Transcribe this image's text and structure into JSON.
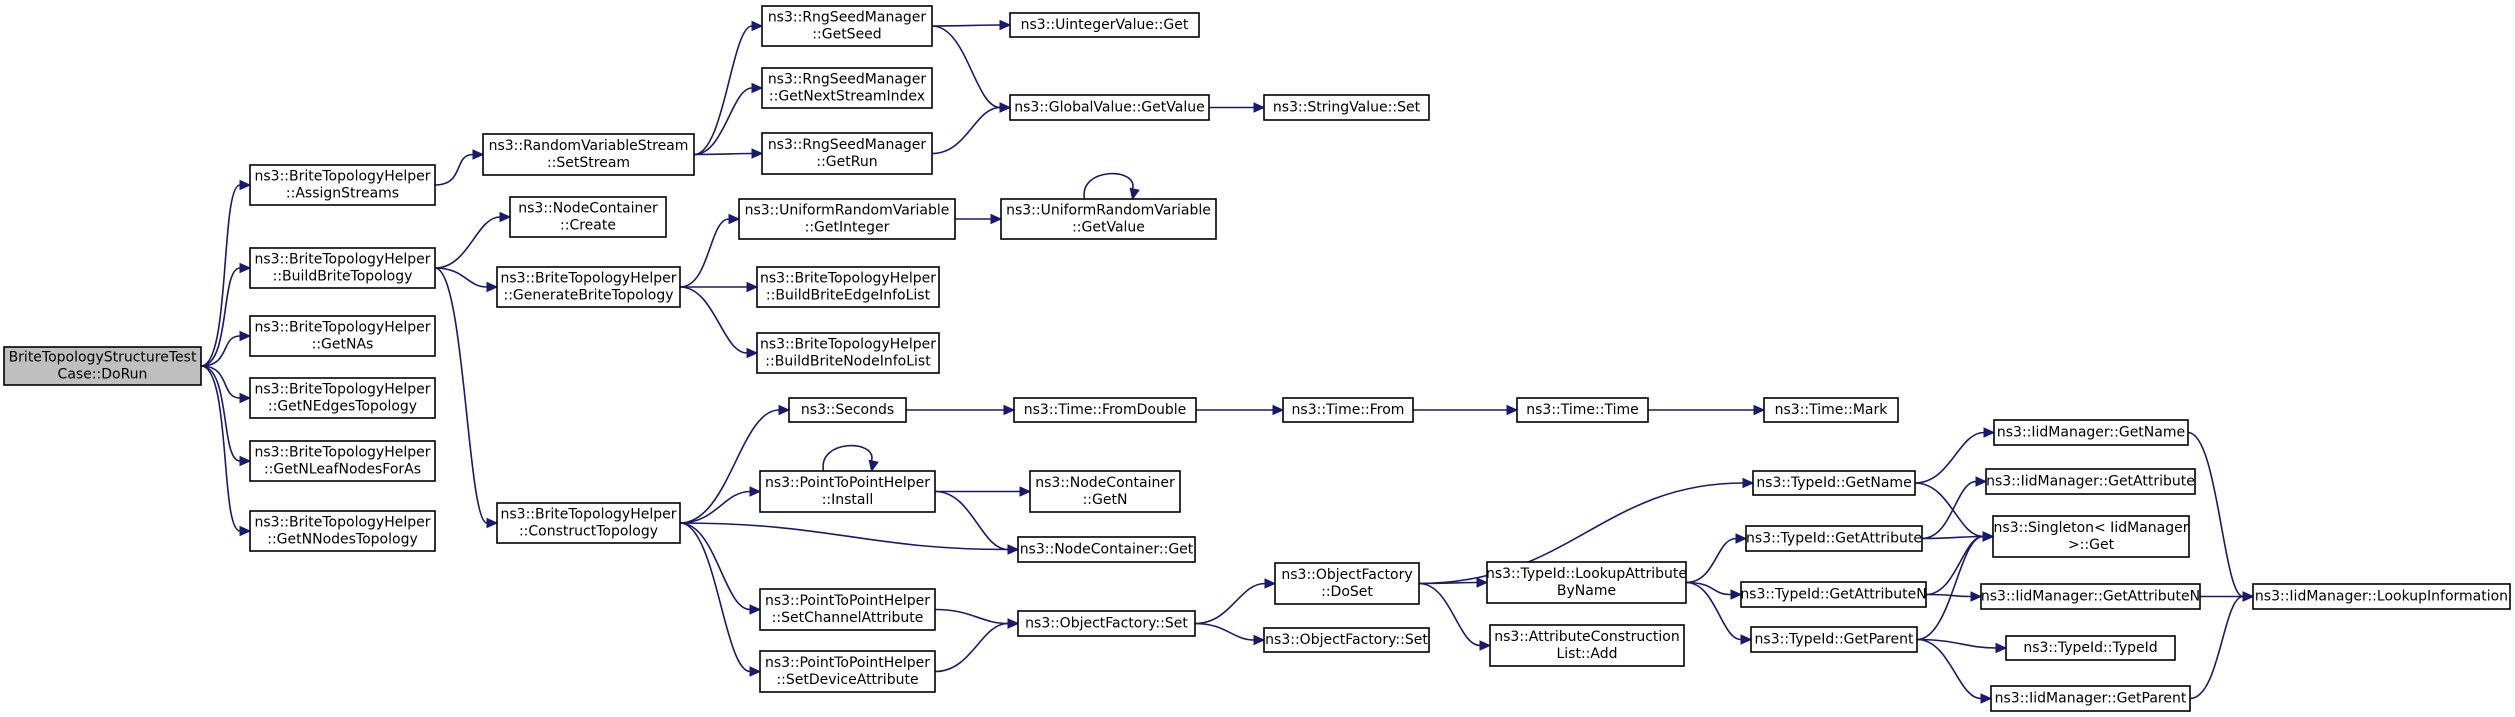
{
  "nodes": [
    {
      "id": "root",
      "lines": [
        "BriteTopologyStructureTest",
        "Case::DoRun"
      ]
    },
    {
      "id": "assignStreams",
      "lines": [
        "ns3::BriteTopologyHelper",
        "::AssignStreams"
      ]
    },
    {
      "id": "buildBrite",
      "lines": [
        "ns3::BriteTopologyHelper",
        "::BuildBriteTopology"
      ]
    },
    {
      "id": "getNAs",
      "lines": [
        "ns3::BriteTopologyHelper",
        "::GetNAs"
      ]
    },
    {
      "id": "getNEdges",
      "lines": [
        "ns3::BriteTopologyHelper",
        "::GetNEdgesTopology"
      ]
    },
    {
      "id": "getNLeaf",
      "lines": [
        "ns3::BriteTopologyHelper",
        "::GetNLeafNodesForAs"
      ]
    },
    {
      "id": "getNNodes",
      "lines": [
        "ns3::BriteTopologyHelper",
        "::GetNNodesTopology"
      ]
    },
    {
      "id": "rvsSetStream",
      "lines": [
        "ns3::RandomVariableStream",
        "::SetStream"
      ]
    },
    {
      "id": "ncCreate",
      "lines": [
        "ns3::NodeContainer",
        "::Create"
      ]
    },
    {
      "id": "genBrite",
      "lines": [
        "ns3::BriteTopologyHelper",
        "::GenerateBriteTopology"
      ]
    },
    {
      "id": "construct",
      "lines": [
        "ns3::BriteTopologyHelper",
        "::ConstructTopology"
      ]
    },
    {
      "id": "rngGetSeed",
      "lines": [
        "ns3::RngSeedManager",
        "::GetSeed"
      ]
    },
    {
      "id": "rngNextStream",
      "lines": [
        "ns3::RngSeedManager",
        "::GetNextStreamIndex"
      ]
    },
    {
      "id": "rngGetRun",
      "lines": [
        "ns3::RngSeedManager",
        "::GetRun"
      ]
    },
    {
      "id": "uintGet",
      "lines": [
        "ns3::UintegerValue::Get"
      ]
    },
    {
      "id": "gvGetValue",
      "lines": [
        "ns3::GlobalValue::GetValue"
      ]
    },
    {
      "id": "strSet",
      "lines": [
        "ns3::StringValue::Set"
      ]
    },
    {
      "id": "urvGetInteger",
      "lines": [
        "ns3::UniformRandomVariable",
        "::GetInteger"
      ]
    },
    {
      "id": "urvGetValue",
      "lines": [
        "ns3::UniformRandomVariable",
        "::GetValue"
      ]
    },
    {
      "id": "buildEdge",
      "lines": [
        "ns3::BriteTopologyHelper",
        "::BuildBriteEdgeInfoList"
      ]
    },
    {
      "id": "buildNode",
      "lines": [
        "ns3::BriteTopologyHelper",
        "::BuildBriteNodeInfoList"
      ]
    },
    {
      "id": "seconds",
      "lines": [
        "ns3::Seconds"
      ]
    },
    {
      "id": "fromDouble",
      "lines": [
        "ns3::Time::FromDouble"
      ]
    },
    {
      "id": "timeFrom",
      "lines": [
        "ns3::Time::From"
      ]
    },
    {
      "id": "timeTime",
      "lines": [
        "ns3::Time::Time"
      ]
    },
    {
      "id": "timeMark",
      "lines": [
        "ns3::Time::Mark"
      ]
    },
    {
      "id": "p2pInstall",
      "lines": [
        "ns3::PointToPointHelper",
        "::Install"
      ]
    },
    {
      "id": "ncGetN",
      "lines": [
        "ns3::NodeContainer",
        "::GetN"
      ]
    },
    {
      "id": "ncGet",
      "lines": [
        "ns3::NodeContainer::Get"
      ]
    },
    {
      "id": "p2pChannel",
      "lines": [
        "ns3::PointToPointHelper",
        "::SetChannelAttribute"
      ]
    },
    {
      "id": "p2pDevice",
      "lines": [
        "ns3::PointToPointHelper",
        "::SetDeviceAttribute"
      ]
    },
    {
      "id": "ofSet",
      "lines": [
        "ns3::ObjectFactory::Set"
      ]
    },
    {
      "id": "ofDoSet",
      "lines": [
        "ns3::ObjectFactory",
        "::DoSet"
      ]
    },
    {
      "id": "ofSet2",
      "lines": [
        "ns3::ObjectFactory::Set"
      ]
    },
    {
      "id": "tidGetName",
      "lines": [
        "ns3::TypeId::GetName"
      ]
    },
    {
      "id": "tidLookup",
      "lines": [
        "ns3::TypeId::LookupAttribute",
        "ByName"
      ]
    },
    {
      "id": "aclAdd",
      "lines": [
        "ns3::AttributeConstruction",
        "List::Add"
      ]
    },
    {
      "id": "tidGetAttr",
      "lines": [
        "ns3::TypeId::GetAttribute"
      ]
    },
    {
      "id": "tidGetAttrN",
      "lines": [
        "ns3::TypeId::GetAttributeN"
      ]
    },
    {
      "id": "tidGetParent",
      "lines": [
        "ns3::TypeId::GetParent"
      ]
    },
    {
      "id": "iidGetName",
      "lines": [
        "ns3::IidManager::GetName"
      ]
    },
    {
      "id": "iidGetAttr",
      "lines": [
        "ns3::IidManager::GetAttribute"
      ]
    },
    {
      "id": "singletonGet",
      "lines": [
        "ns3::Singleton< IidManager",
        " >::Get"
      ]
    },
    {
      "id": "iidGetAttrN",
      "lines": [
        "ns3::IidManager::GetAttributeN"
      ]
    },
    {
      "id": "tidTypeId",
      "lines": [
        "ns3::TypeId::TypeId"
      ]
    },
    {
      "id": "iidGetParent",
      "lines": [
        "ns3::IidManager::GetParent"
      ]
    },
    {
      "id": "iidLookup",
      "lines": [
        "ns3::IidManager::LookupInformation"
      ]
    }
  ],
  "edges": [
    [
      "root",
      "assignStreams"
    ],
    [
      "root",
      "buildBrite"
    ],
    [
      "root",
      "getNAs"
    ],
    [
      "root",
      "getNEdges"
    ],
    [
      "root",
      "getNLeaf"
    ],
    [
      "root",
      "getNNodes"
    ],
    [
      "assignStreams",
      "rvsSetStream"
    ],
    [
      "buildBrite",
      "ncCreate"
    ],
    [
      "buildBrite",
      "genBrite"
    ],
    [
      "buildBrite",
      "construct"
    ],
    [
      "rvsSetStream",
      "rngGetSeed"
    ],
    [
      "rvsSetStream",
      "rngNextStream"
    ],
    [
      "rvsSetStream",
      "rngGetRun"
    ],
    [
      "rngGetSeed",
      "uintGet"
    ],
    [
      "rngGetSeed",
      "gvGetValue"
    ],
    [
      "rngGetRun",
      "gvGetValue"
    ],
    [
      "gvGetValue",
      "strSet"
    ],
    [
      "genBrite",
      "urvGetInteger"
    ],
    [
      "genBrite",
      "buildEdge"
    ],
    [
      "genBrite",
      "buildNode"
    ],
    [
      "urvGetInteger",
      "urvGetValue"
    ],
    [
      "urvGetValue",
      "urvGetValue"
    ],
    [
      "construct",
      "seconds"
    ],
    [
      "construct",
      "p2pInstall"
    ],
    [
      "construct",
      "ncGet"
    ],
    [
      "construct",
      "p2pChannel"
    ],
    [
      "construct",
      "p2pDevice"
    ],
    [
      "seconds",
      "fromDouble"
    ],
    [
      "fromDouble",
      "timeFrom"
    ],
    [
      "timeFrom",
      "timeTime"
    ],
    [
      "timeTime",
      "timeMark"
    ],
    [
      "p2pInstall",
      "p2pInstall"
    ],
    [
      "p2pInstall",
      "ncGetN"
    ],
    [
      "p2pInstall",
      "ncGet"
    ],
    [
      "p2pChannel",
      "ofSet"
    ],
    [
      "p2pDevice",
      "ofSet"
    ],
    [
      "ofSet",
      "ofDoSet"
    ],
    [
      "ofSet",
      "ofSet2"
    ],
    [
      "ofDoSet",
      "tidGetName"
    ],
    [
      "ofDoSet",
      "tidLookup"
    ],
    [
      "ofDoSet",
      "aclAdd"
    ],
    [
      "tidGetName",
      "iidGetName"
    ],
    [
      "tidGetName",
      "singletonGet"
    ],
    [
      "tidLookup",
      "tidGetAttr"
    ],
    [
      "tidLookup",
      "tidGetAttrN"
    ],
    [
      "tidLookup",
      "tidGetParent"
    ],
    [
      "tidGetAttr",
      "iidGetAttr"
    ],
    [
      "tidGetAttr",
      "singletonGet"
    ],
    [
      "tidGetAttrN",
      "singletonGet"
    ],
    [
      "tidGetAttrN",
      "iidGetAttrN"
    ],
    [
      "tidGetParent",
      "singletonGet"
    ],
    [
      "tidGetParent",
      "tidTypeId"
    ],
    [
      "tidGetParent",
      "iidGetParent"
    ],
    [
      "iidGetName",
      "iidLookup"
    ],
    [
      "iidGetAttrN",
      "iidLookup"
    ],
    [
      "iidGetParent",
      "iidLookup"
    ]
  ]
}
